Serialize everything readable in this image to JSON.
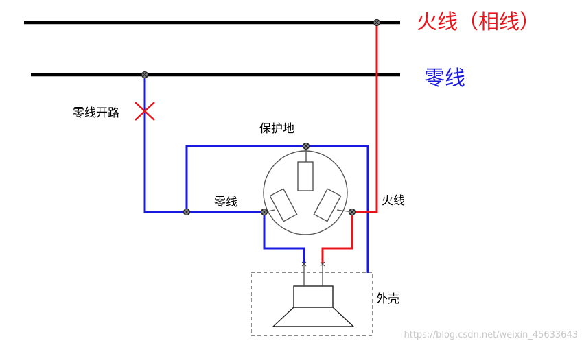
{
  "labels": {
    "live_line": "火线（相线）",
    "neutral_line": "零线",
    "neutral_open": "零线开路",
    "protective_earth": "保护地",
    "neutral_wire": "零线",
    "live_wire": "火线",
    "enclosure": "外壳",
    "watermark": "https://blog.csdn.net/weixin_45633643"
  },
  "colors": {
    "live": "#e8141b",
    "neutral": "#1a1adf",
    "busbar": "#000000",
    "fault_mark": "#e8141b"
  },
  "icons": {
    "junction": "junction-dot-icon",
    "fault": "cross-x-icon"
  }
}
